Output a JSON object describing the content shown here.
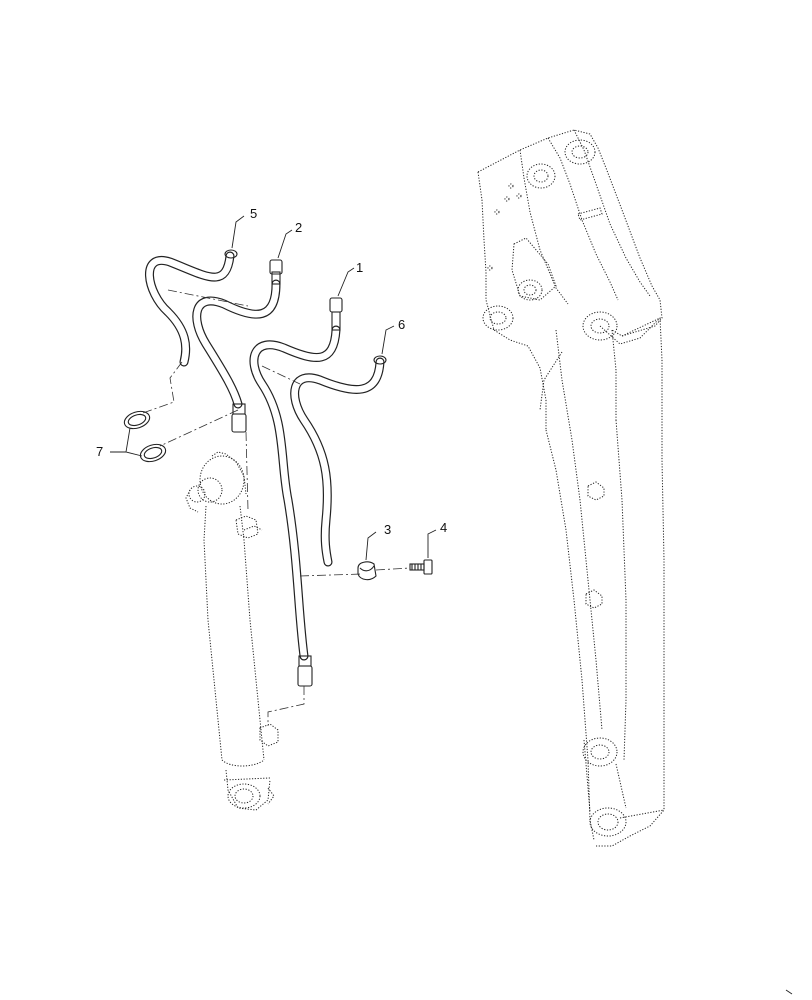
{
  "diagram": {
    "callouts": [
      {
        "id": "1",
        "label": "1"
      },
      {
        "id": "2",
        "label": "2"
      },
      {
        "id": "3",
        "label": "3"
      },
      {
        "id": "4",
        "label": "4"
      },
      {
        "id": "5",
        "label": "5"
      },
      {
        "id": "6",
        "label": "6"
      },
      {
        "id": "7",
        "label": "7"
      }
    ],
    "parts": [
      {
        "name": "hose-1",
        "callout": "1"
      },
      {
        "name": "hose-2",
        "callout": "2"
      },
      {
        "name": "clamp",
        "callout": "3"
      },
      {
        "name": "screw",
        "callout": "4"
      },
      {
        "name": "hose-5",
        "callout": "5"
      },
      {
        "name": "hose-6",
        "callout": "6"
      },
      {
        "name": "o-ring",
        "callout": "7"
      },
      {
        "name": "hydraulic-cylinder",
        "callout": ""
      },
      {
        "name": "boom-arm",
        "callout": ""
      }
    ]
  }
}
